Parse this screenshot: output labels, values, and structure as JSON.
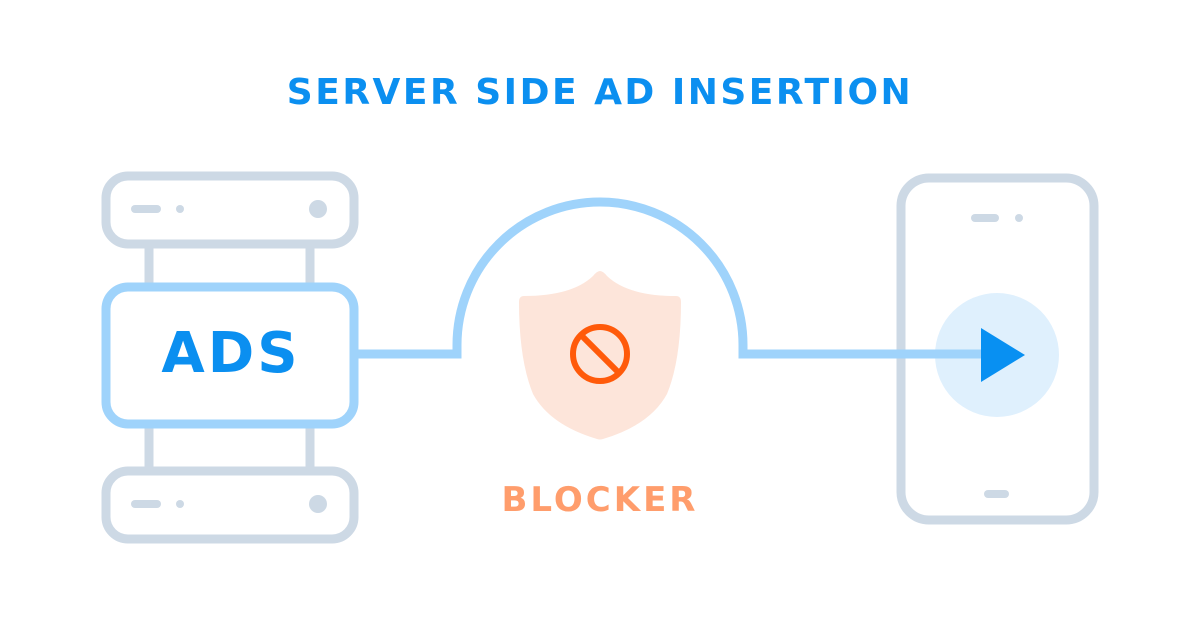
{
  "title": "SERVER SIDE AD INSERTION",
  "ads_server": {
    "label": "ADS"
  },
  "blocker": {
    "label": "BLOCKER",
    "icon": "prohibited-icon"
  },
  "device": {
    "icon": "play-icon"
  },
  "colors": {
    "title": "#0b8ff0",
    "server_outline": "#cdd9e5",
    "ads_outline": "#9fd3fb",
    "connection_line": "#9fd3fb",
    "shield_fill": "#fde5da",
    "prohibit_icon": "#ff5a0a",
    "blocker_text": "#ff9d6c",
    "play_bg": "#dff0fd",
    "play_triangle": "#0890f2"
  }
}
